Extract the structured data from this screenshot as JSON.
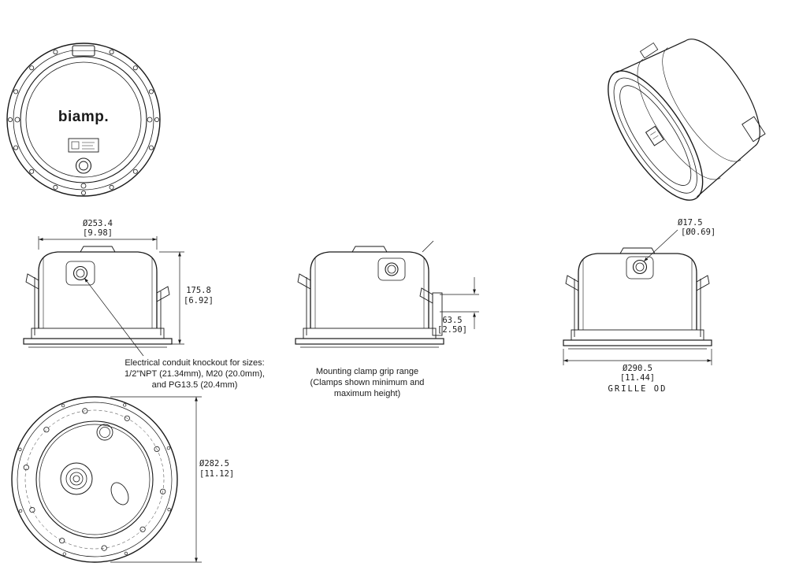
{
  "page": {
    "background": "#ffffff",
    "ink": "#1a1a1a"
  },
  "logo": {
    "text": "biamp."
  },
  "dimensions": {
    "top_width_mm": "Ø253.4",
    "top_width_in": "[9.98]",
    "height_mm": "175.8",
    "height_in": "[6.92]",
    "knockout_mm": "Ø17.5",
    "knockout_in": "[Ø0.69]",
    "clamp_range_mm": "63.5",
    "clamp_range_in": "[2.50]",
    "grille_od_mm": "Ø290.5",
    "grille_od_in": "[11.44]",
    "grille_od_label": "GRILLE OD",
    "back_dia_mm": "Ø282.5",
    "back_dia_in": "[11.12]"
  },
  "notes": {
    "knockout_line1": "Electrical conduit knockout for sizes:",
    "knockout_line2": "1/2\"NPT (21.34mm), M20 (20.0mm),",
    "knockout_line3": "and PG13.5 (20.4mm)",
    "clamp_line1": "Mounting clamp grip range",
    "clamp_line2": "(Clamps shown minimum and",
    "clamp_line3": "maximum height)"
  }
}
